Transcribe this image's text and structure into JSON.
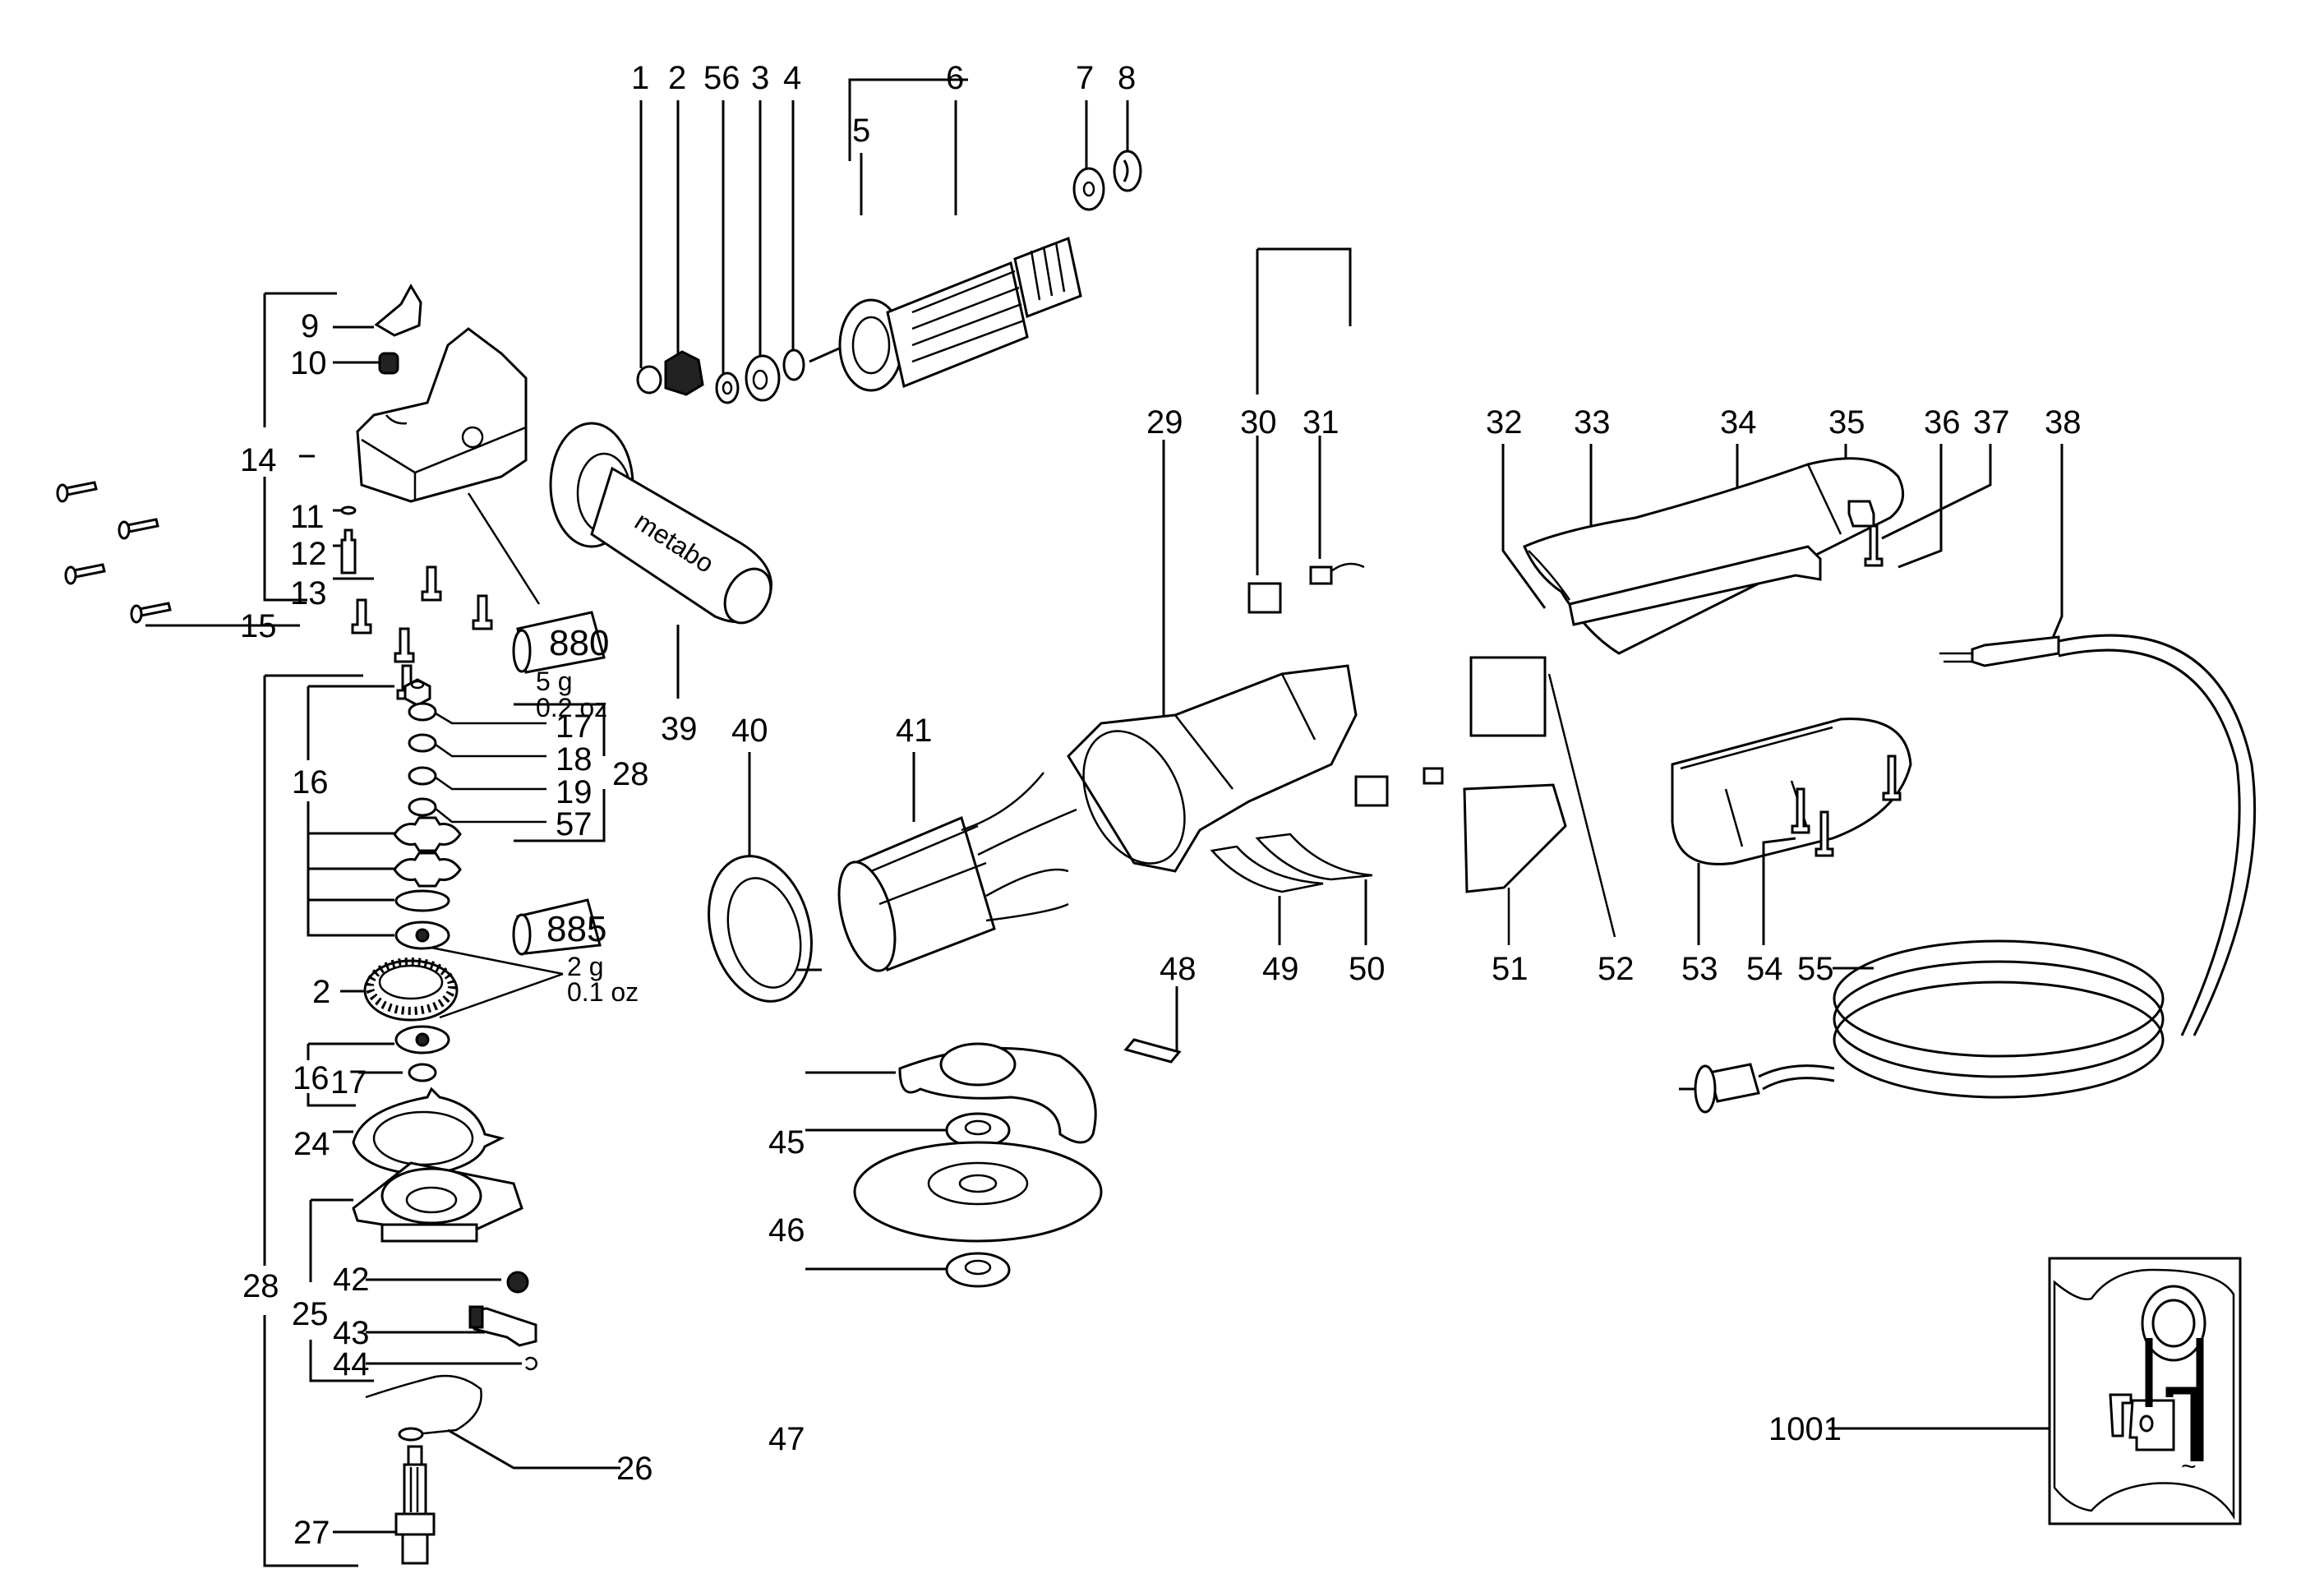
{
  "diagram": {
    "title": "Angle grinder exploded parts diagram",
    "brand_text": "metabo",
    "labels": {
      "p1": "1",
      "p2": "2",
      "p56": "56",
      "p3": "3",
      "p4": "4",
      "p5": "5",
      "p6": "6",
      "p7": "7",
      "p8": "8",
      "p9": "9",
      "p10": "10",
      "p11": "11",
      "p12": "12",
      "p13": "13",
      "p14": "14",
      "p15": "15",
      "p16a": "16",
      "p16b": "16",
      "p17a": "17",
      "p17b": "17",
      "p18": "18",
      "p19": "19",
      "p57": "57",
      "p28a": "28",
      "p28b": "28",
      "p2b": "2",
      "p24": "24",
      "p25": "25",
      "p26": "26",
      "p27": "27",
      "p29": "29",
      "p30": "30",
      "p31": "31",
      "p32": "32",
      "p33": "33",
      "p34": "34",
      "p35": "35",
      "p36": "36",
      "p37": "37",
      "p38": "38",
      "p39": "39",
      "p40": "40",
      "p41": "41",
      "p42": "42",
      "p43": "43",
      "p44": "44",
      "p45": "45",
      "p46": "46",
      "p47": "47",
      "p48": "48",
      "p49": "49",
      "p50": "50",
      "p51": "51",
      "p52": "52",
      "p53": "53",
      "p54": "54",
      "p55": "55",
      "p1001": "1001"
    },
    "grease": [
      {
        "code": "880",
        "amount_g": "5 g",
        "amount_oz": "0.2 oz"
      },
      {
        "code": "885",
        "amount_g": "2 g",
        "amount_oz": "0.1 oz"
      }
    ],
    "wiring_symbol": "~"
  }
}
